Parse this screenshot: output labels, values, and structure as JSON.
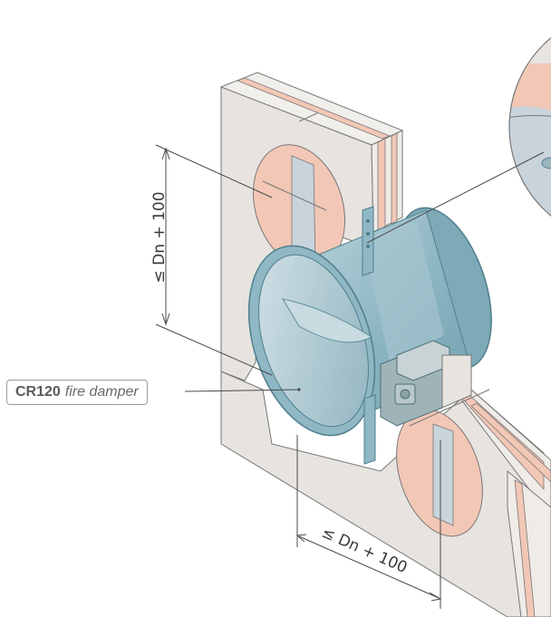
{
  "diagram": {
    "callout": {
      "model": "CR120",
      "description": "fire damper"
    },
    "dimensions": {
      "vertical": "≤ Dn + 100",
      "diagonal": "≤ Dn + 100"
    },
    "colors": {
      "wall_board": "#e7e4e0",
      "wall_core": "#f2c7b6",
      "stud": "#c9d3dc",
      "damper": "#8fb7c4",
      "damper_dark": "#5d8e9c",
      "actuator": "#9fb4b8",
      "dimension_line": "#4a4a4a"
    }
  }
}
